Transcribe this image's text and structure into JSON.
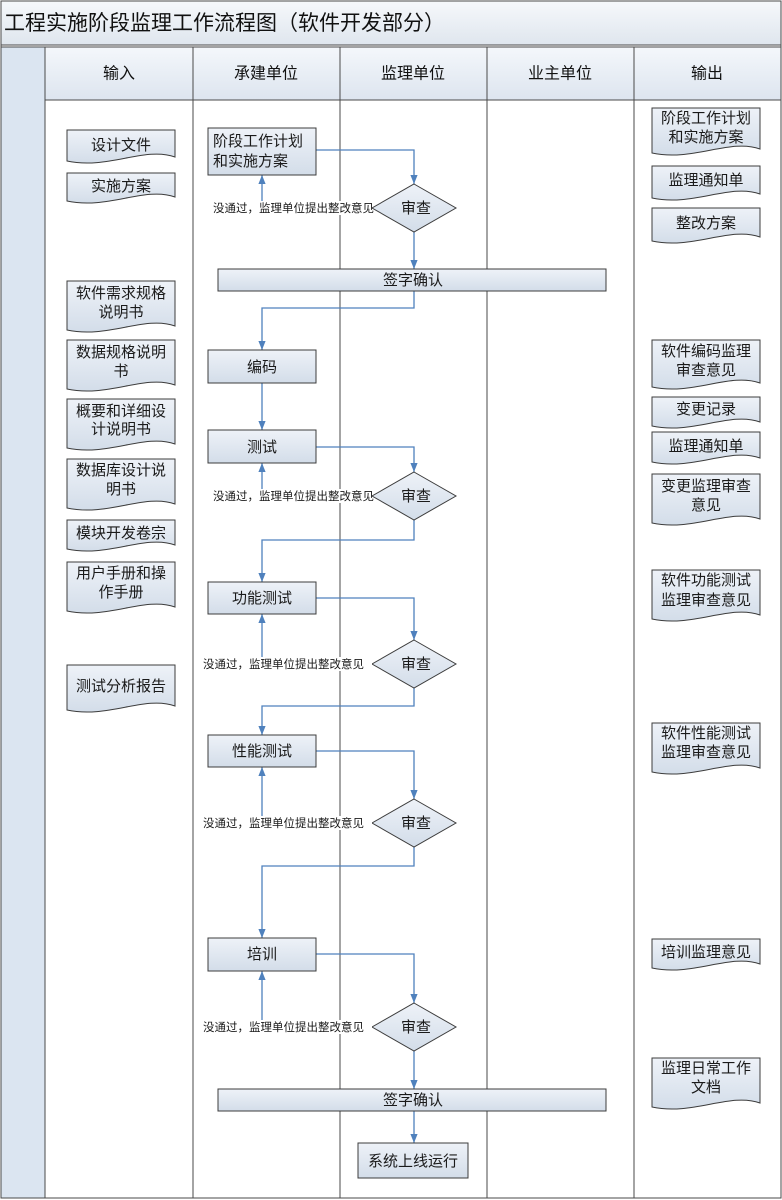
{
  "title": "工程实施阶段监理工作流程图（软件开发部分）",
  "lanes": [
    "输入",
    "承建单位",
    "监理单位",
    "业主单位",
    "输出"
  ],
  "inputs": [
    [
      "设计文件"
    ],
    [
      "实施方案"
    ],
    [
      "软件需求规格",
      "说明书"
    ],
    [
      "数据规格说明",
      "书"
    ],
    [
      "概要和详细设",
      "计说明书"
    ],
    [
      "数据库设计说",
      "明书"
    ],
    [
      "模块开发卷宗"
    ],
    [
      "用户手册和操",
      "作手册"
    ],
    [
      "测试分析报告"
    ]
  ],
  "contractor_steps": [
    [
      "阶段工作计划",
      "和实施方案"
    ],
    [
      "编码"
    ],
    [
      "测试"
    ],
    [
      "功能测试"
    ],
    [
      "性能测试"
    ],
    [
      "培训"
    ]
  ],
  "reviews": [
    {
      "label": "审查",
      "reject_note": "没通过，监理单位提出整改意见"
    },
    {
      "label": "审查",
      "reject_note": "没通过，监理单位提出整改意见"
    },
    {
      "label": "审查",
      "reject_note": "没通过，监理单位提出整改意见"
    },
    {
      "label": "审查",
      "reject_note": "没通过，监理单位提出整改意见"
    },
    {
      "label": "审查",
      "reject_note": "没通过，监理单位提出整改意见"
    }
  ],
  "sign_offs": [
    "签字确认",
    "签字确认"
  ],
  "final_step": "系统上线运行",
  "outputs": [
    [
      "阶段工作计划",
      "和实施方案"
    ],
    [
      "监理通知单"
    ],
    [
      "整改方案"
    ],
    [
      "软件编码监理",
      "审查意见"
    ],
    [
      "变更记录"
    ],
    [
      "监理通知单"
    ],
    [
      "变更监理审查",
      "意见"
    ],
    [
      "软件功能测试",
      "监理审查意见"
    ],
    [
      "软件性能测试",
      "监理审查意见"
    ],
    [
      "培训监理意见"
    ],
    [
      "监理日常工作",
      "文档"
    ]
  ],
  "colors": {
    "connector": "#4f81bd",
    "lane_band": "#dbe5f1"
  }
}
